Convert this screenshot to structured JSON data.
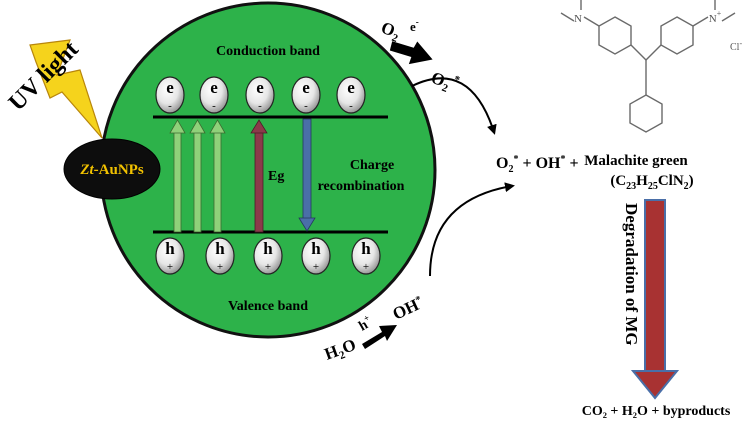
{
  "uv_light": "UV light",
  "np_prefix": "Zt",
  "np_suffix": "-AuNPs",
  "conduction_band": "Conduction band",
  "valence_band": "Valence band",
  "electron_symbol": "e",
  "electron_charge": "-",
  "hole_symbol": "h",
  "hole_charge": "+",
  "eg_label": "Eg",
  "charge_label": "Charge",
  "recombination_label": "recombination",
  "o2": {
    "main": "O",
    "sub": "2"
  },
  "e_minus": {
    "main": "e",
    "sup": "-"
  },
  "o2_radical": {
    "main": "O",
    "sub": "2",
    "sup": "*"
  },
  "h_plus": {
    "main": "h",
    "sup": "+"
  },
  "oh_radical": {
    "main": "OH",
    "sup": "*"
  },
  "h2o": {
    "main": "H",
    "sub": "2",
    "tail": "O"
  },
  "reaction": {
    "o2": "O",
    "o2_sub": "2",
    "o2_sup": "*",
    "plus1": " + OH",
    "oh_sup": "*",
    "plus2": " + ",
    "mg": "Malachite green"
  },
  "formula": {
    "p1": "(C",
    "s1": "23",
    "p2": "H",
    "s2": "25",
    "p3": "ClN",
    "s3": "2",
    "p4": ")"
  },
  "degradation": "Degradation of MG",
  "products": "CO₂ + H₂O + byproducts",
  "mol_n_left": "N",
  "mol_n_right": "N",
  "mol_n_plus": "+",
  "mol_cl": "Cl",
  "mol_cl_minus": "-",
  "colors": {
    "sphere": "#2db24a",
    "arrow_green": "#8fd17a",
    "arrow_red": "#8b3a4a",
    "arrow_blue": "#4a6fa8",
    "mg_arrow": "#a83232",
    "bolt": "#f5d31c"
  }
}
